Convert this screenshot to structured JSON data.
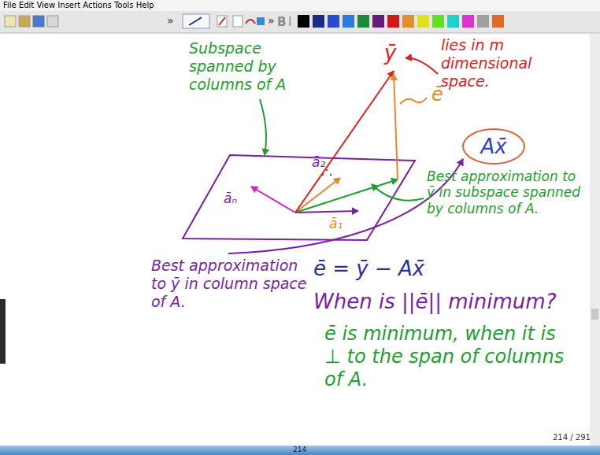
{
  "diagram": {
    "nodes": [
      {
        "text": [
          "Ax̄"
        ]
      }
    ],
    "edges": [],
    "labels": [
      "File Edit View Insert Actions Tools Help",
      "»",
      "»",
      "B",
      "I",
      "Subspace spanned by columns of A",
      "ȳ",
      "lies in m dimensional space.",
      "ā₂",
      "āₙ",
      "ā₁",
      "ē",
      "Best approximation to ȳ in subspace spanned by columns of A.",
      "Best approximation to ȳ in column space of A.",
      "ē = ȳ − Ax̄",
      "When is ||ē|| minimum?",
      "ē is minimum, when it is ⊥ to the span of columns of A.",
      "214 / 291",
      "214"
    ]
  }
}
